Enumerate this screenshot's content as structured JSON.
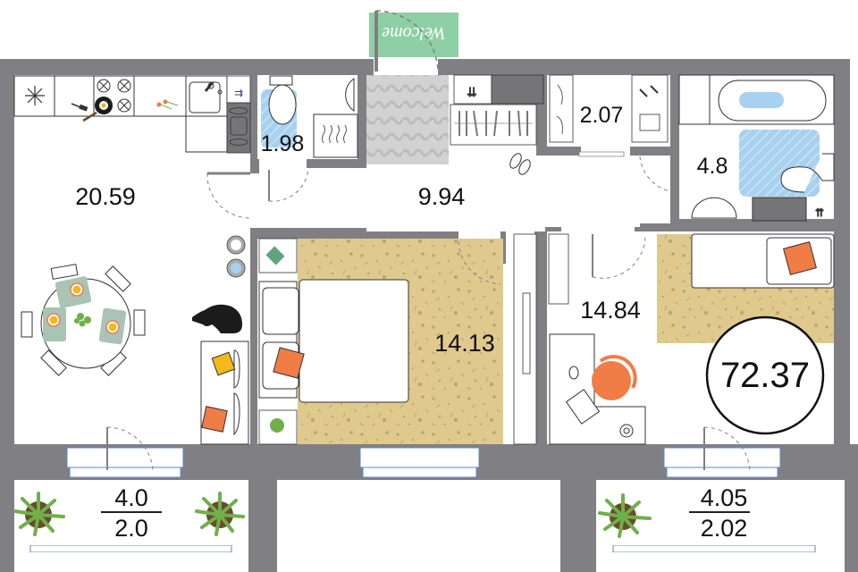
{
  "plan": {
    "title": "Apartment floor plan",
    "total_area": "72.37",
    "colors": {
      "wall": "#808084",
      "floor": "#ffffff",
      "carpet": "#dfc98c",
      "carpet_speck": "#b5a478",
      "mat_gray": "#d0d0d0",
      "bath_mat": "#a8d0ef",
      "accent_orange": "#f07c46",
      "accent_yellow": "#f2b81c",
      "welcome_green": "#8ecfa5",
      "window_blue": "#5b87c7",
      "icon_navy": "#2b4a6b"
    },
    "doormat_text": "Welcome",
    "rooms": [
      {
        "id": "kitchen-living",
        "label": "20.59"
      },
      {
        "id": "wc",
        "label": "1.98"
      },
      {
        "id": "hallway",
        "label": "9.94"
      },
      {
        "id": "wardrobe",
        "label": "2.07"
      },
      {
        "id": "bathroom",
        "label": "4.8"
      },
      {
        "id": "bedroom-1",
        "label": "14.13"
      },
      {
        "id": "bedroom-2",
        "label": "14.84"
      }
    ],
    "balconies": [
      {
        "id": "balcony-left",
        "area": "4.0",
        "reduced_area": "2.0"
      },
      {
        "id": "balcony-right",
        "area": "4.05",
        "reduced_area": "2.02"
      }
    ]
  }
}
